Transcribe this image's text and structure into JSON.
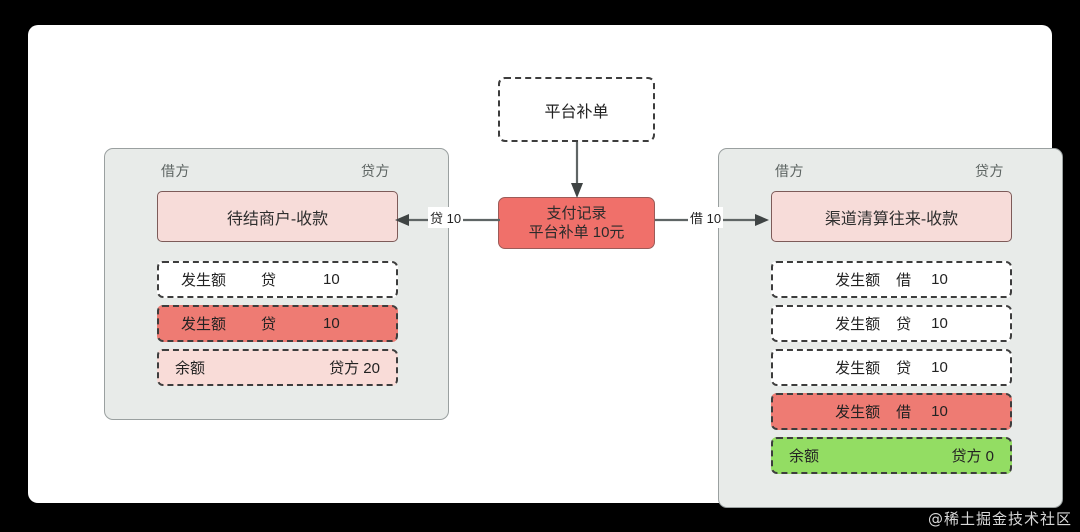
{
  "diagram": {
    "source_box": {
      "label": "平台补单"
    },
    "payment_box": {
      "line1": "支付记录",
      "line2": "平台补单 10元"
    },
    "edges": [
      {
        "name": "to-left-account",
        "label": "贷 10",
        "direction": "left"
      },
      {
        "name": "to-right-account",
        "label": "借 10",
        "direction": "right"
      }
    ],
    "column_headers": {
      "debit": "借方",
      "credit": "贷方"
    },
    "accounts": [
      {
        "id": "left",
        "title": "待结商户-收款",
        "headers": {
          "debit": "借方",
          "credit": "贷方"
        },
        "rows": [
          {
            "label": "发生额",
            "side": "贷",
            "amount": "10",
            "style": "plain",
            "kind": "entry"
          },
          {
            "label": "发生额",
            "side": "贷",
            "amount": "10",
            "style": "red",
            "kind": "entry"
          },
          {
            "label": "余额",
            "side": "",
            "amount": "贷方 20",
            "style": "pink",
            "kind": "balance"
          }
        ]
      },
      {
        "id": "right",
        "title": "渠道清算往来-收款",
        "headers": {
          "debit": "借方",
          "credit": "贷方"
        },
        "rows": [
          {
            "label": "发生额",
            "side": "借",
            "amount": "10",
            "style": "plain",
            "kind": "entry"
          },
          {
            "label": "发生额",
            "side": "贷",
            "amount": "10",
            "style": "plain",
            "kind": "entry"
          },
          {
            "label": "发生额",
            "side": "贷",
            "amount": "10",
            "style": "plain",
            "kind": "entry"
          },
          {
            "label": "发生额",
            "side": "借",
            "amount": "10",
            "style": "red",
            "kind": "entry"
          },
          {
            "label": "余额",
            "side": "",
            "amount": "贷方 0",
            "style": "green",
            "kind": "balance"
          }
        ]
      }
    ]
  },
  "watermark": {
    "text": "@稀土掘金技术社区"
  },
  "colors": {
    "canvas": "#ffffff",
    "background": "#000000",
    "panel_fill": "#e8ebe9",
    "panel_border": "#9aa0a0",
    "account_title_fill": "#f7dcd9",
    "account_title_border": "#7d5b59",
    "row_plain_fill": "#ffffff",
    "row_red_fill": "#ee7b73",
    "row_pink_fill": "#f9dcd8",
    "row_green_fill": "#93dd63",
    "payment_fill": "#f0706a",
    "payment_border": "#9c5b58",
    "connector": "#5f6565",
    "header_text": "#5d6462",
    "watermark_text": "#d8d8d8"
  }
}
